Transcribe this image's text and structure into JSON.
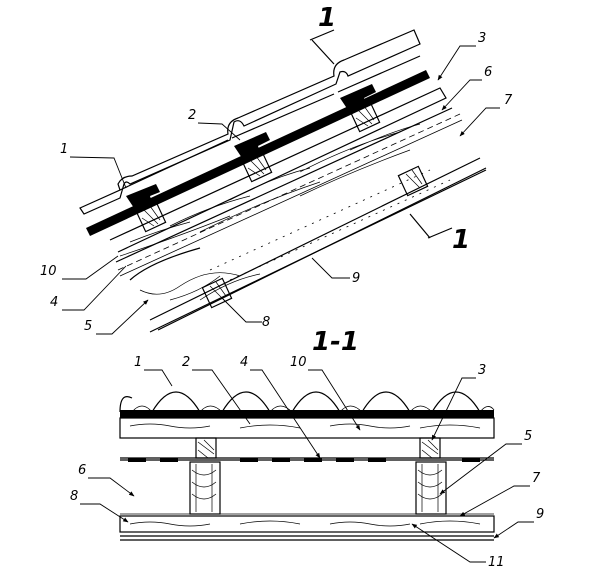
{
  "section": {
    "label_top": "1",
    "label_bottom": "1",
    "title": "1-1"
  },
  "top_callouts": [
    "1",
    "2",
    "3",
    "6",
    "7",
    "10",
    "4",
    "5",
    "8",
    "9"
  ],
  "bottom_callouts": [
    "1",
    "2",
    "4",
    "10",
    "3",
    "5",
    "6",
    "7",
    "8",
    "9",
    "11"
  ]
}
